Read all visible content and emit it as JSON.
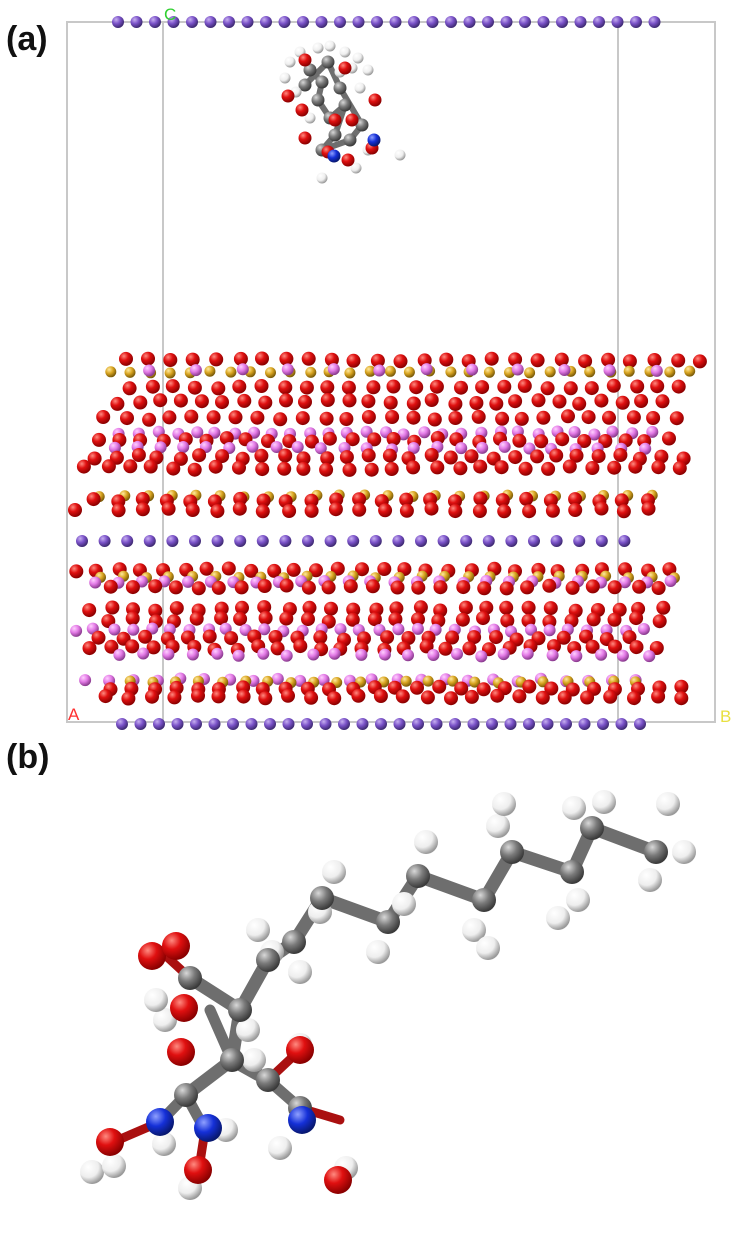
{
  "panels": [
    {
      "label": "(a)"
    },
    {
      "label": "(b)"
    }
  ],
  "axis_labels": {
    "a": "A",
    "b": "B",
    "c": "C"
  },
  "colors": {
    "oxygen": "#e01010",
    "carbon": "#7a7a7a",
    "hydrogen": "#f2f2f2",
    "nitrogen": "#1530d8",
    "lattice_purple": "#7a52c8",
    "lattice_pink": "#e37ae6",
    "lattice_gold": "#d9a521",
    "cell_frame": "#c8c8c8",
    "axis_a": "#ff3030",
    "axis_b": "#e8e040",
    "axis_c": "#30d030"
  }
}
